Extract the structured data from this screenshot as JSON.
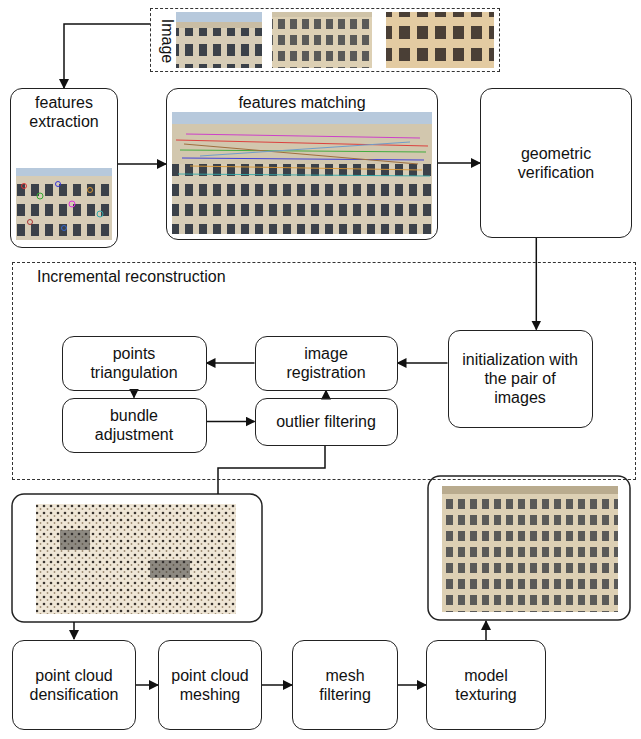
{
  "diagram": {
    "nodes": [
      {
        "text": [
          "Image"
        ]
      },
      {
        "text": [
          "features extraction"
        ]
      },
      {
        "text": [
          "features matching"
        ]
      },
      {
        "text": [
          "geometric verification"
        ]
      },
      {
        "text": [
          "Incremental reconstruction"
        ]
      },
      {
        "text": [
          "initialization with the pair of images"
        ],
        "in": 4
      },
      {
        "text": [
          "image registration"
        ],
        "in": 4
      },
      {
        "text": [
          "points triangulation"
        ],
        "in": 4
      },
      {
        "text": [
          "bundle adjustment"
        ],
        "in": 4
      },
      {
        "text": [
          "outlier filtering"
        ],
        "in": 4
      },
      {
        "text": [
          "point cloud densification"
        ]
      },
      {
        "text": [
          "point cloud meshing"
        ]
      },
      {
        "text": [
          "mesh filtering"
        ]
      },
      {
        "text": [
          "model texturing"
        ]
      }
    ],
    "edges": [
      {
        "from": 0,
        "to": 1,
        "arrow": "to"
      },
      {
        "from": 1,
        "to": 2,
        "arrow": "to"
      },
      {
        "from": 2,
        "to": 3,
        "arrow": "to"
      },
      {
        "from": 3,
        "to": 5,
        "arrow": "to"
      },
      {
        "from": 5,
        "to": 6,
        "arrow": "to"
      },
      {
        "from": 6,
        "to": 7,
        "arrow": "to"
      },
      {
        "from": 7,
        "to": 8,
        "arrow": "to"
      },
      {
        "from": 8,
        "to": 9,
        "arrow": "to"
      },
      {
        "from": 9,
        "to": 6,
        "arrow": "to"
      },
      {
        "from": 10,
        "to": 11,
        "arrow": "to"
      },
      {
        "from": 11,
        "to": 12,
        "arrow": "to"
      },
      {
        "from": 12,
        "to": 13,
        "arrow": "to"
      }
    ]
  }
}
